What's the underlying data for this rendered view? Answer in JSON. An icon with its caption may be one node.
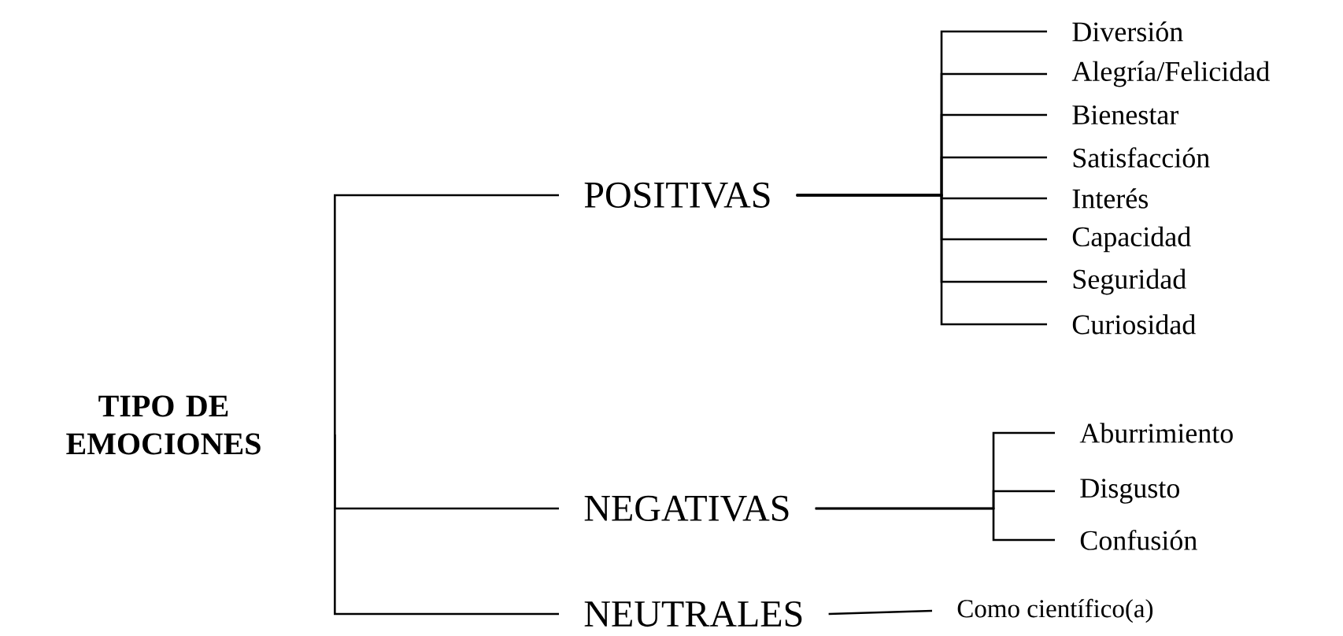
{
  "diagram": {
    "nodes": [
      {
        "text": [
          "TIPO DE EMOCIONES"
        ]
      },
      {
        "text": [
          "POSITIVAS"
        ]
      },
      {
        "text": [
          "NEGATIVAS"
        ]
      },
      {
        "text": [
          "NEUTRALES"
        ]
      },
      {
        "text": [
          "Diversión"
        ]
      },
      {
        "text": [
          "Alegría/Felicidad"
        ]
      },
      {
        "text": [
          "Bienestar"
        ]
      },
      {
        "text": [
          "Satisfacción"
        ]
      },
      {
        "text": [
          "Interés"
        ]
      },
      {
        "text": [
          "Capacidad"
        ]
      },
      {
        "text": [
          "Seguridad"
        ]
      },
      {
        "text": [
          "Curiosidad"
        ]
      },
      {
        "text": [
          "Aburrimiento"
        ]
      },
      {
        "text": [
          "Disgusto"
        ]
      },
      {
        "text": [
          "Confusión"
        ]
      },
      {
        "text": [
          "Como científico(a)"
        ]
      }
    ],
    "edges": [
      {
        "from": 0,
        "to": 1,
        "arrow": "none"
      },
      {
        "from": 0,
        "to": 2,
        "arrow": "none"
      },
      {
        "from": 0,
        "to": 3,
        "arrow": "none"
      },
      {
        "from": 1,
        "to": 4,
        "arrow": "none"
      },
      {
        "from": 1,
        "to": 5,
        "arrow": "none"
      },
      {
        "from": 1,
        "to": 6,
        "arrow": "none"
      },
      {
        "from": 1,
        "to": 7,
        "arrow": "none"
      },
      {
        "from": 1,
        "to": 8,
        "arrow": "none"
      },
      {
        "from": 1,
        "to": 9,
        "arrow": "none"
      },
      {
        "from": 1,
        "to": 10,
        "arrow": "none"
      },
      {
        "from": 1,
        "to": 11,
        "arrow": "none"
      },
      {
        "from": 2,
        "to": 12,
        "arrow": "none"
      },
      {
        "from": 2,
        "to": 13,
        "arrow": "none"
      },
      {
        "from": 2,
        "to": 14,
        "arrow": "none"
      },
      {
        "from": 3,
        "to": 15,
        "arrow": "none"
      }
    ]
  }
}
